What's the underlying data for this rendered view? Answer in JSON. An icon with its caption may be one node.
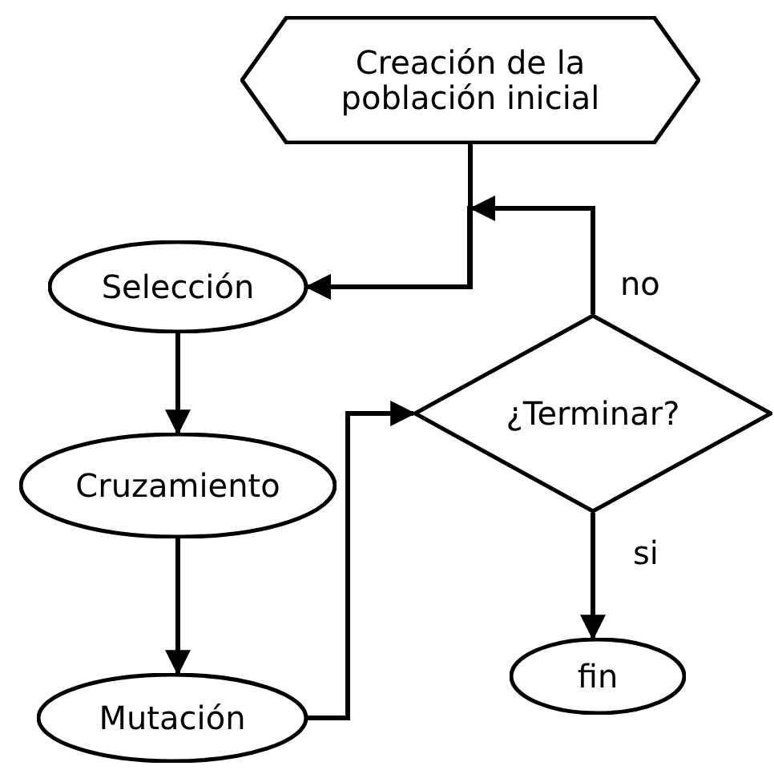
{
  "diagram": {
    "nodes": [
      {
        "text": [
          "Creación de la población inicial"
        ]
      },
      {
        "text": [
          "Selección"
        ]
      },
      {
        "text": [
          "Cruzamiento"
        ]
      },
      {
        "text": [
          "Mutación"
        ]
      },
      {
        "text": [
          "¿Terminar?"
        ]
      },
      {
        "text": [
          "fin"
        ]
      }
    ],
    "edges": [
      {
        "from": 0,
        "to": 1,
        "arrow": "to"
      },
      {
        "from": 1,
        "to": 2,
        "arrow": "to"
      },
      {
        "from": 2,
        "to": 3,
        "arrow": "to"
      },
      {
        "from": 3,
        "to": 4,
        "arrow": "to"
      },
      {
        "from": 4,
        "to": 1,
        "arrow": "to",
        "label": "no"
      },
      {
        "from": 4,
        "to": 5,
        "arrow": "to",
        "label": "si"
      }
    ]
  }
}
